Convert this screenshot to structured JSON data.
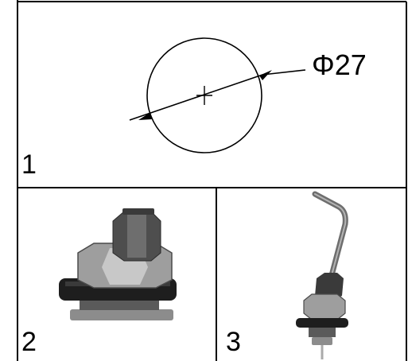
{
  "panels": [
    {
      "number": "1"
    },
    {
      "number": "2"
    },
    {
      "number": "3"
    }
  ],
  "dimension": {
    "label": "Φ27"
  },
  "colors": {
    "line": "#000000",
    "background": "#ffffff"
  }
}
